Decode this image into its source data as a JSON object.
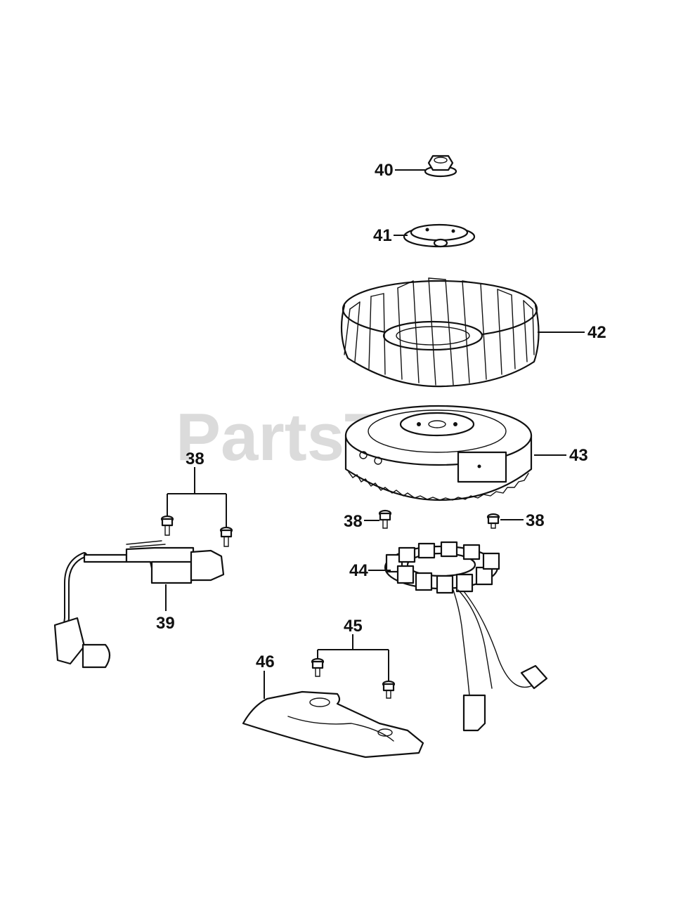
{
  "watermark": "PartsTree",
  "callouts": {
    "c38_left": "38",
    "c38_mid": "38",
    "c38_right": "38",
    "c39": "39",
    "c40": "40",
    "c41": "41",
    "c42": "42",
    "c43": "43",
    "c44": "44",
    "c45": "45",
    "c46": "46"
  },
  "icons": {
    "hex_nut": "hex-nut-icon",
    "washer": "washer-icon",
    "fan": "fan-icon",
    "flywheel": "flywheel-icon",
    "stator": "stator-icon",
    "coil": "ignition-coil-icon",
    "bolt": "bolt-icon",
    "shield": "shield-plate-icon"
  }
}
